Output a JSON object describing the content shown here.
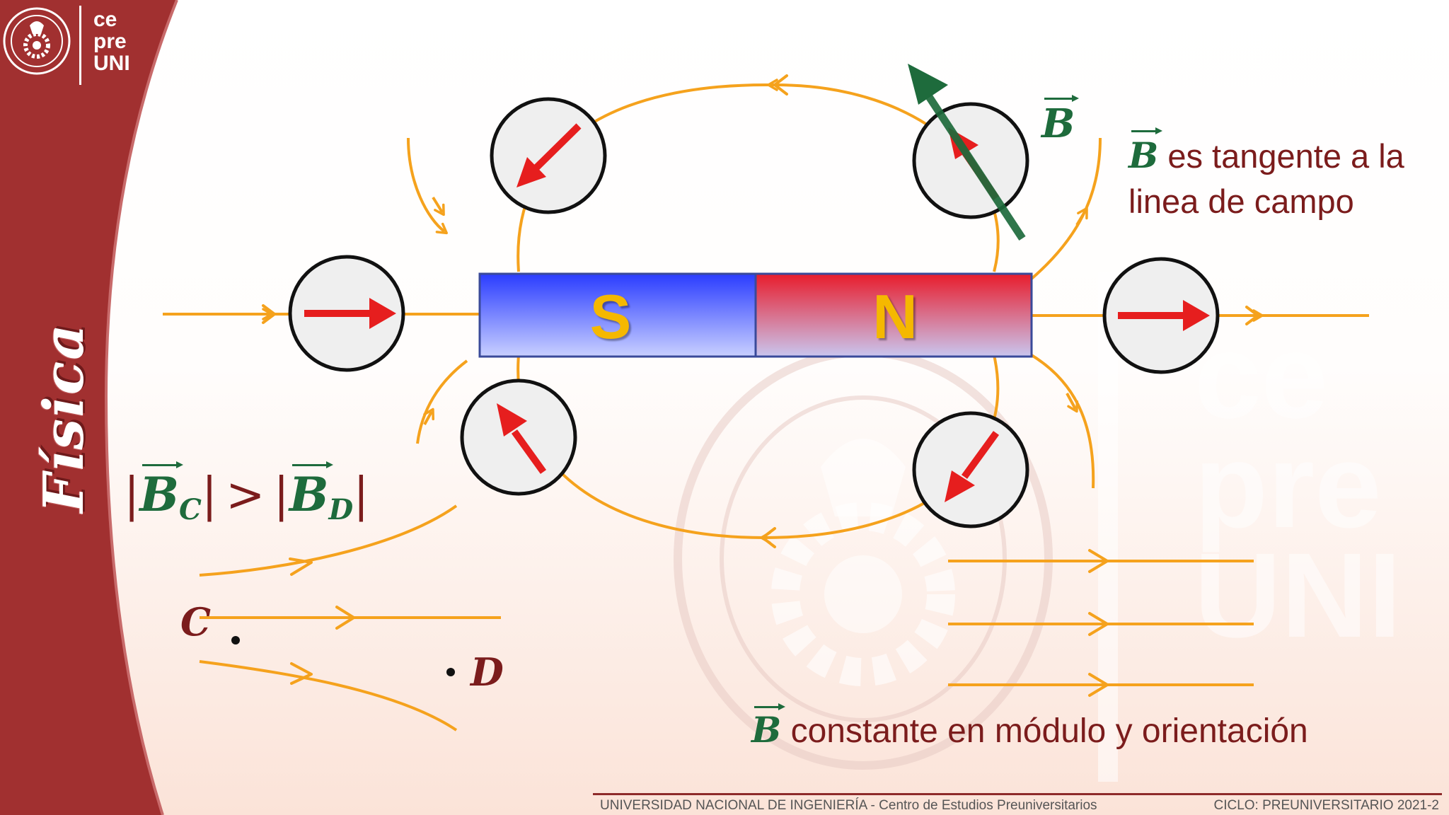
{
  "colors": {
    "sidebar": "#a13030",
    "field_line": "#f5a21d",
    "compass_needle": "#e61e1e",
    "pole_s": "#2a3cff",
    "pole_n": "#e81c2c",
    "pole_letter": "#f5b800",
    "vector_b": "#1e6b3c",
    "caption": "#7b1c1c"
  },
  "branding": {
    "logo_lines": [
      "ce",
      "pre",
      "UNI"
    ],
    "watermark_lines": [
      "ce",
      "pre",
      "UNI"
    ],
    "subject": "Física"
  },
  "magnet": {
    "south_label": "S",
    "north_label": "N"
  },
  "compasses": [
    {
      "id": "top-left",
      "needle": "down-left"
    },
    {
      "id": "top-right",
      "needle": "up-left"
    },
    {
      "id": "left",
      "needle": "right"
    },
    {
      "id": "right",
      "needle": "right"
    },
    {
      "id": "bottom-left",
      "needle": "up-left"
    },
    {
      "id": "bottom-right",
      "needle": "down-left"
    }
  ],
  "labels": {
    "b_vector": "B",
    "tangent_caption_rest_line1": "es tangente a la",
    "tangent_caption_line2": "linea de campo",
    "constant_caption_rest": "constante en módulo y orientación",
    "point_c": "C",
    "point_d": "D",
    "compare_sub_c": "C",
    "compare_sub_d": "D",
    "compare_op": ">"
  },
  "footer": {
    "university": "UNIVERSIDAD NACIONAL DE INGENIERÍA",
    "separator": "-",
    "center": "Centro de Estudios Preuniversitarios",
    "cycle": "CICLO: PREUNIVERSITARIO 2021-2"
  }
}
